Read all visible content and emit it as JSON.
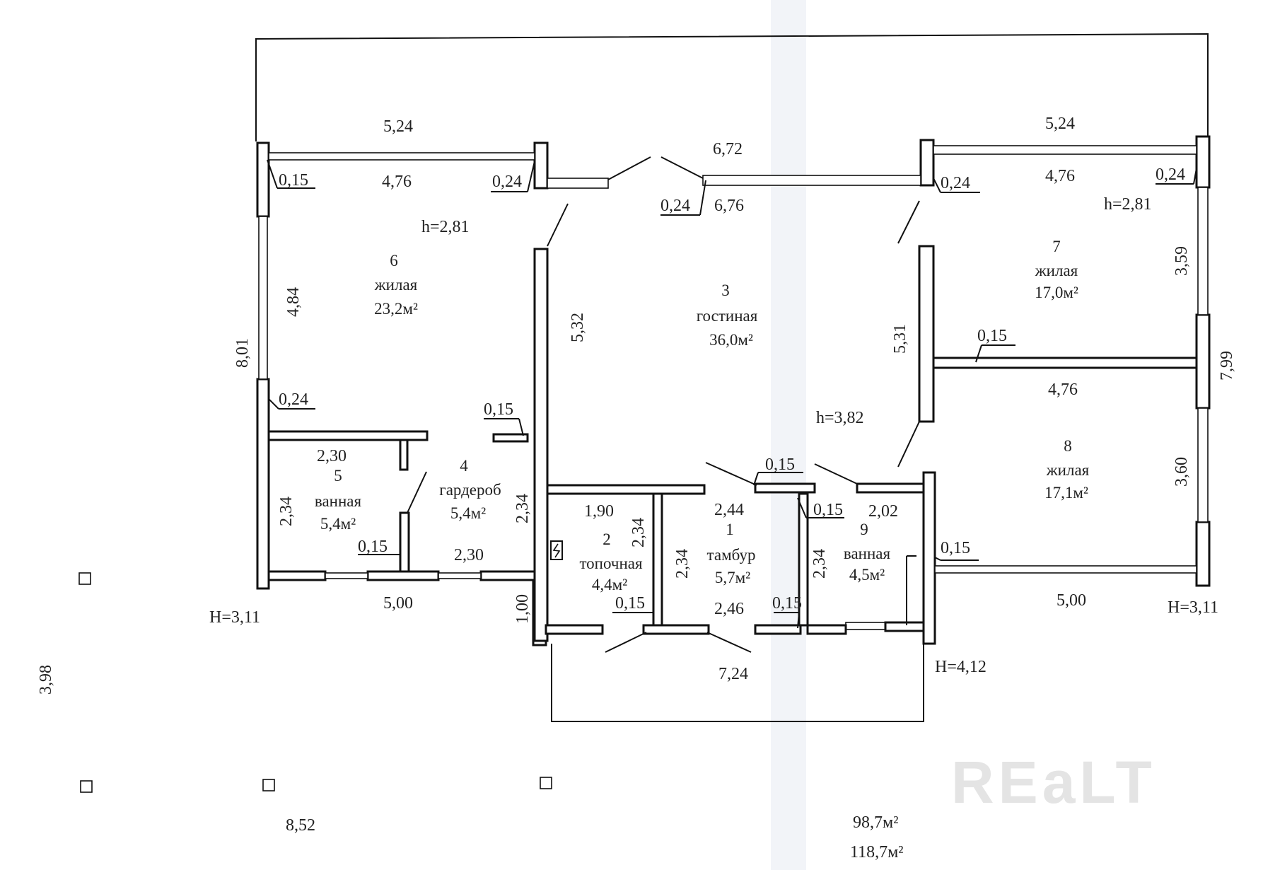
{
  "watermark": "REaLT",
  "rooms": [
    {
      "number": "6",
      "name": "жилая",
      "area": "23,2м²"
    },
    {
      "number": "3",
      "name": "гостиная",
      "area": "36,0м²"
    },
    {
      "number": "7",
      "name": "жилая",
      "area": "17,0м²"
    },
    {
      "number": "8",
      "name": "жилая",
      "area": "17,1м²"
    },
    {
      "number": "5",
      "name": "ванная",
      "area": "5,4м²"
    },
    {
      "number": "4",
      "name": "гардероб",
      "area": "5,4м²"
    },
    {
      "number": "2",
      "name": "топочная",
      "area": "4,4м²"
    },
    {
      "number": "1",
      "name": "тамбур",
      "area": "5,7м²"
    },
    {
      "number": "9",
      "name": "ванная",
      "area": "4,5м²"
    }
  ],
  "heights": {
    "room6": "h=2,81",
    "room7": "h=2,81",
    "living": "h=3,82",
    "left_outer": "H=3,11",
    "right_outer": "H=3,11",
    "entrance": "H=4,12"
  },
  "dimensions": {
    "top_left_outer": "5,24",
    "top_left_inner": "4,76",
    "top_left_wall_l": "0,15",
    "top_left_wall_r": "0,24",
    "top_center_outer": "6,72",
    "top_center_inner": "6,76",
    "top_center_wall": "0,24",
    "top_right_outer": "5,24",
    "top_right_inner": "4,76",
    "top_right_wall_l": "0,24",
    "top_right_wall_r": "0,24",
    "left_total": "8,01",
    "room6_height": "4,84",
    "room6_wall": "0,24",
    "room4_wall": "0,15",
    "living_left": "5,32",
    "living_right": "5,31",
    "room7_side": "3,59",
    "room7_8_wall": "0,15",
    "room8_top": "4,76",
    "right_total": "7,99",
    "room8_side": "3,60",
    "room5_top": "2,30",
    "room5_side": "2,34",
    "room5_wall": "0,15",
    "room4_bottom": "2,30",
    "room4_side": "2,34",
    "bottom_left": "5,00",
    "vest_step": "1,00",
    "room2_top": "1,90",
    "room2_side": "2,34",
    "room2_wall": "0,15",
    "room1_top": "2,44",
    "room1_side": "2,34",
    "room1_bottom": "2,46",
    "room1_wall_r": "0,15",
    "room1_wall_top": "0,15",
    "room9_wall": "0,15",
    "room9_top": "2,02",
    "room9_side": "2,34",
    "room9_wall_r": "0,15",
    "bottom_right": "5,00",
    "entrance_width": "7,24",
    "outer_left_vertical": "3,98",
    "outer_bottom_left": "8,52",
    "total_living_area": "98,7м²",
    "total_area": "118,7м²"
  }
}
